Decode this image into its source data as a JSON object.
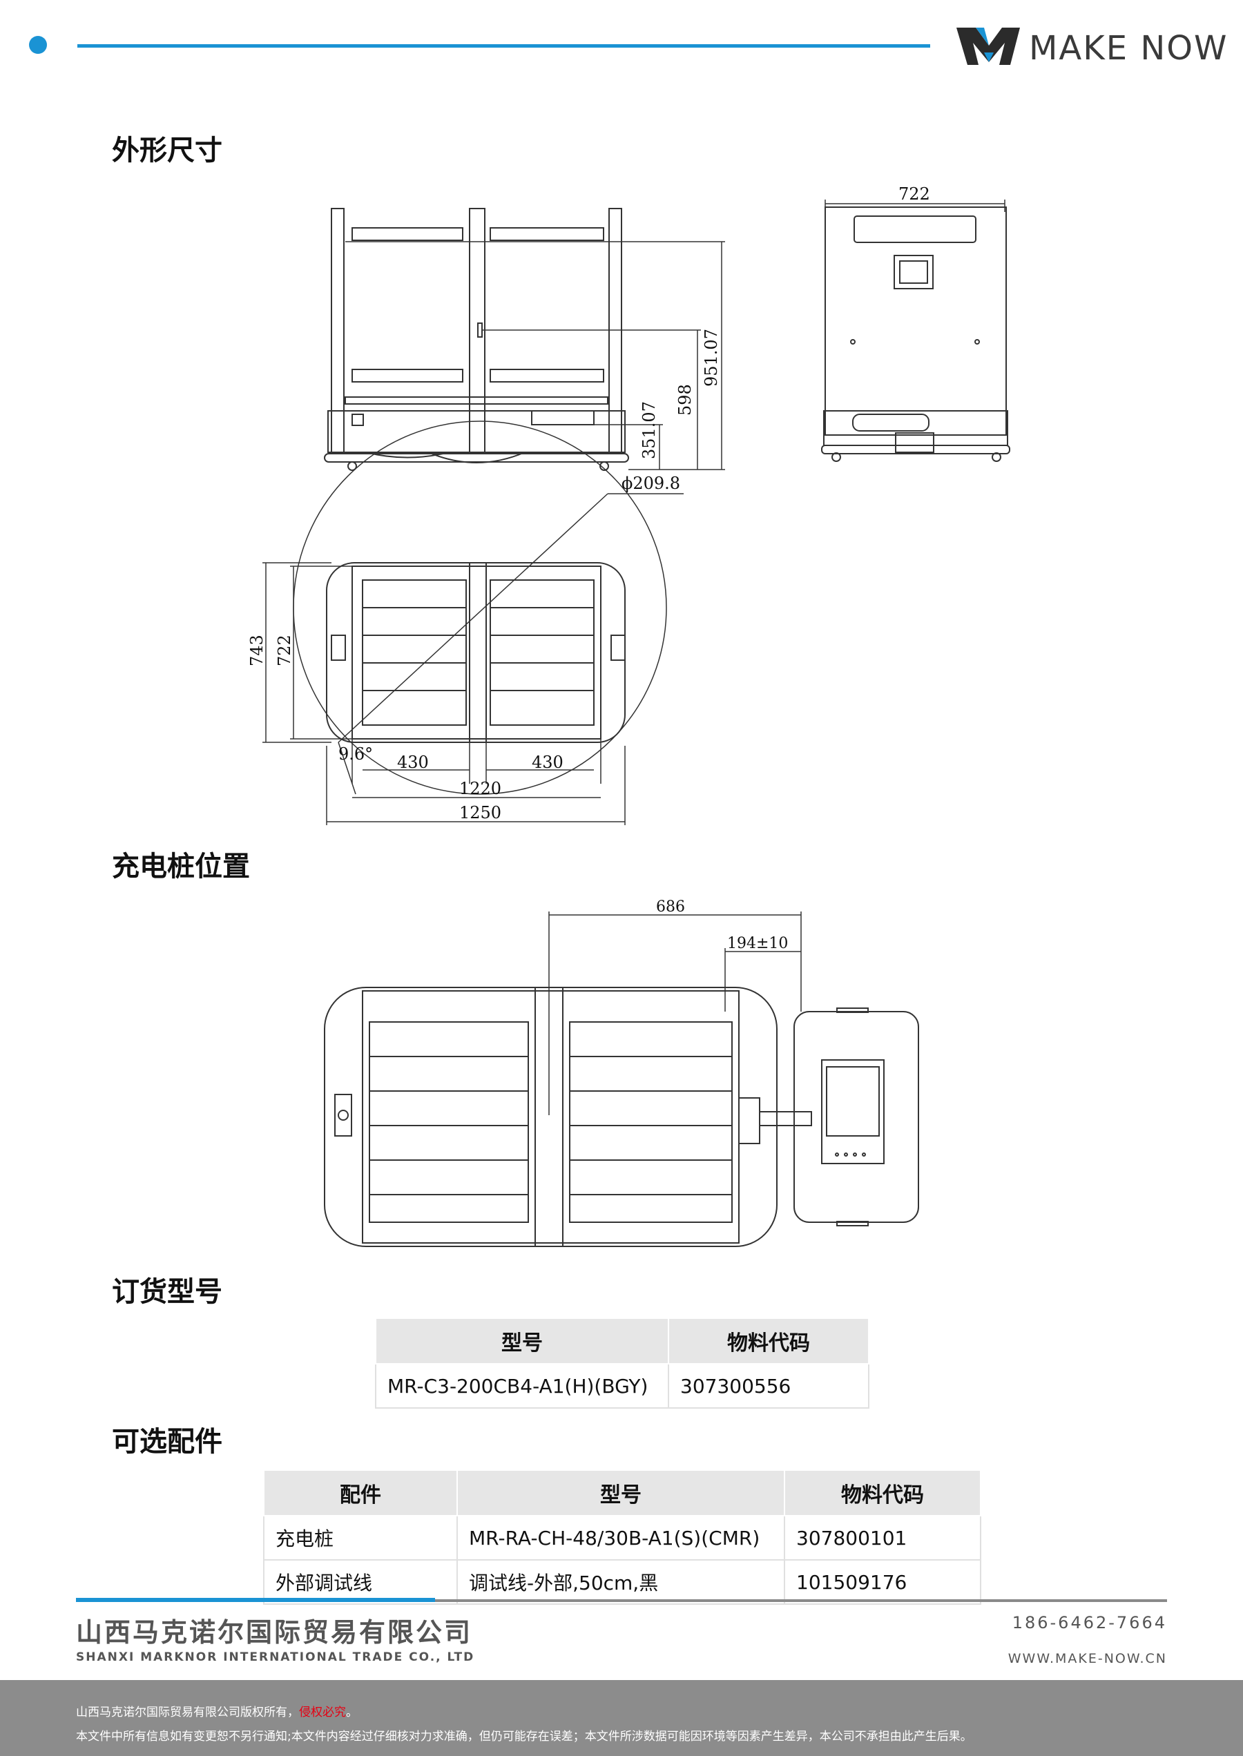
{
  "brand": {
    "logo_text": "MAKE NOW"
  },
  "sections": {
    "dimensions": "外形尺寸",
    "charger_position": "充电桩位置",
    "order_model": "订货型号",
    "accessories": "可选配件"
  },
  "dimension_labels": {
    "width_top_view": "722",
    "height_total": "951.07",
    "height_mid": "598",
    "height_base": "351.07",
    "turn_diameter": "ϕ209.8",
    "depth_outer": "743",
    "depth_inner": "722",
    "angle": "9.6°",
    "bay_left": "430",
    "bay_right": "430",
    "length_inner": "1220",
    "length_outer": "1250",
    "charger_offset": "686",
    "charger_gap": "194±10"
  },
  "order_table": {
    "headers": [
      "型号",
      "物料代码"
    ],
    "rows": [
      [
        "MR-C3-200CB4-A1(H)(BGY)",
        "307300556"
      ]
    ]
  },
  "accessory_table": {
    "headers": [
      "配件",
      "型号",
      "物料代码"
    ],
    "rows": [
      [
        "充电桩",
        "MR-RA-CH-48/30B-A1(S)(CMR)",
        "307800101"
      ],
      [
        "外部调试线",
        "调试线-外部,50cm,黑",
        "101509176"
      ]
    ]
  },
  "footer": {
    "company_cn": "山西马克诺尔国际贸易有限公司",
    "company_en": "SHANXI MARKNOR INTERNATIONAL TRADE CO., LTD",
    "phone": "186-6462-7664",
    "website": "WWW.MAKE-NOW.CN",
    "copyright_text": "山西马克诺尔国际贸易有限公司版权所有，",
    "copyright_warning": "侵权必究",
    "copyright_end": "。",
    "disclaimer": "本文件中所有信息如有变更恕不另行通知;本文件内容经过仔细核对力求准确，但仍可能存在误差；本文件所涉数据可能因环境等因素产生差异，本公司不承担由此产生后果。"
  },
  "colors": {
    "accent": "#1a93d4",
    "footer_gray": "#8c8c8c",
    "warning": "#e60012"
  }
}
